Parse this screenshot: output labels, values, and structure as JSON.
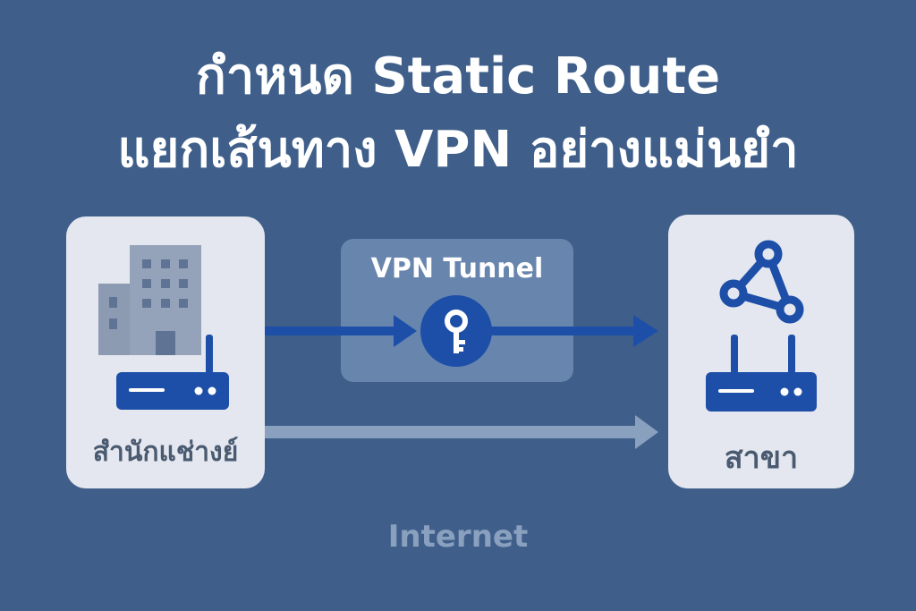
{
  "title": {
    "line1": "กำหนด Static Route",
    "line2": "แยกเส้นทาง VPN อย่างแม่นยำ"
  },
  "nodes": {
    "hq": {
      "label": "สำนักแช่างย์",
      "icons": [
        "building-icon",
        "router-icon"
      ]
    },
    "branch": {
      "label": "สาขา",
      "icons": [
        "network-nodes-icon",
        "router-icon"
      ]
    }
  },
  "tunnel": {
    "label": "VPN Tunnel",
    "icon": "key-icon"
  },
  "internet": {
    "label": "Internet"
  },
  "colors": {
    "background": "#3f5f8a",
    "card": "#e4e7ef",
    "accent_blue": "#1d4fa8",
    "tunnel_box": "#6886ad",
    "internet_path": "#8aa0bf"
  }
}
